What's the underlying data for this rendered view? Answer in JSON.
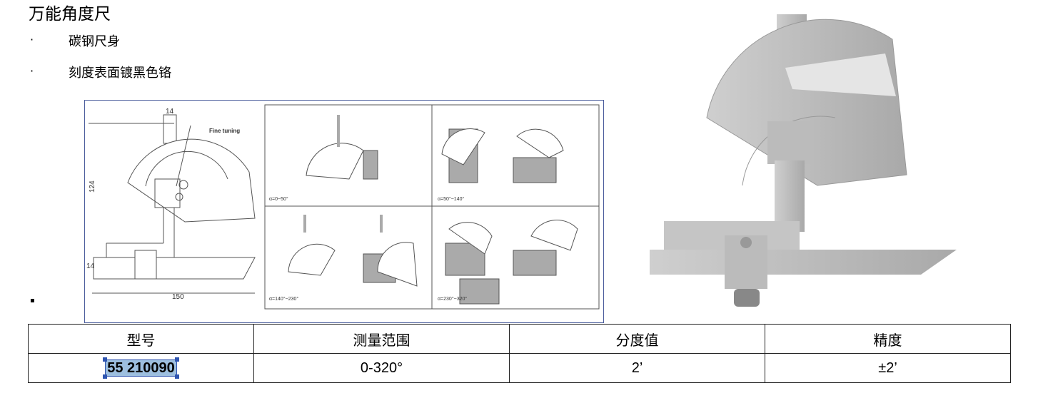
{
  "title": "万能角度尺",
  "bullets": [
    {
      "marker": "·",
      "text": "碳钢尺身"
    },
    {
      "marker": "·",
      "text": "刻度表面镀黑色铬"
    }
  ],
  "empty_bullet": "▪",
  "figure": {
    "fine_tuning": "Fine tuning",
    "dim_top": "14",
    "dim_height": "124",
    "dim_base": "14",
    "dim_length": "150",
    "ranges": [
      "α=0~50°",
      "α=50°~140°",
      "α=140°~230°",
      "α=230°~320°"
    ]
  },
  "table": {
    "headers": [
      "型号",
      "测量范围",
      "分度值",
      "精度"
    ],
    "row": [
      "55 210090",
      "0-320°",
      "2’",
      "±2’"
    ]
  }
}
